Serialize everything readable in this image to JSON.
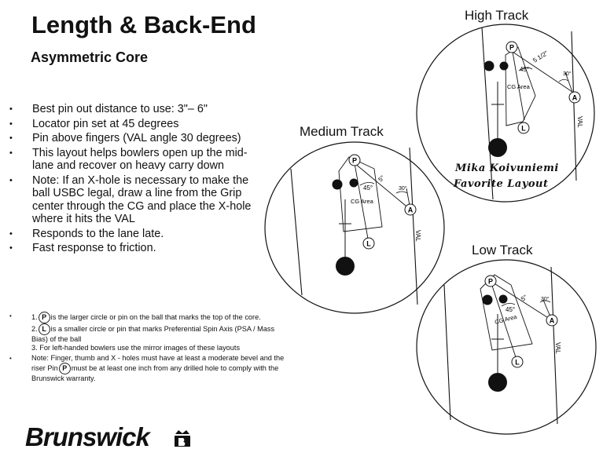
{
  "header": {
    "title": "Length & Back-End",
    "subtitle": "Asymmetric Core"
  },
  "bullets": [
    "Best pin out distance to use: 3\"– 6\"",
    "Locator pin set at 45 degrees",
    "Pin above fingers (VAL angle 30 degrees)",
    "This layout helps bowlers open up the mid-lane and recover on heavy carry down",
    "Note: If an X-hole is necessary to make the ball USBC legal, draw a line from the Grip center through the CG and place the X-hole where it hits the VAL",
    "Responds to the lane late.",
    "Fast response to friction."
  ],
  "notes": {
    "n1_prefix": "1.",
    "n1_text": "is the larger circle or pin on the ball that marks the top of the core.",
    "n2_prefix": "2.",
    "n2_text": "is a smaller circle or pin that marks Preferential Spin Axis (PSA / Mass Bias) of the ball",
    "n3": "3. For left-handed bowlers use the mirror images of these layouts",
    "n4_a": "Note: Finger, thumb and X - holes must have at least a moderate bevel and the riser Pin",
    "n4_b": "must be at least one inch from any drilled hole to comply with the Brunswick warranty."
  },
  "symbols": {
    "p": "P",
    "l": "L",
    "a": "A"
  },
  "diagram_text": {
    "val": "VAL",
    "cg_area": "CG Area",
    "angle_45": "45°",
    "angle_30": "30°"
  },
  "tracks": {
    "high": {
      "label": "High Track",
      "pin_distance": "5 1/2\""
    },
    "medium": {
      "label": "Medium Track",
      "pin_distance": "5\""
    },
    "low": {
      "label": "Low Track",
      "pin_distance": "5\""
    }
  },
  "signature": {
    "line1": "Mika Koivuniemi",
    "line2": "Favorite Layout"
  },
  "brand": {
    "name": "Brunswick"
  },
  "colors": {
    "ink": "#111111",
    "background": "#ffffff"
  }
}
